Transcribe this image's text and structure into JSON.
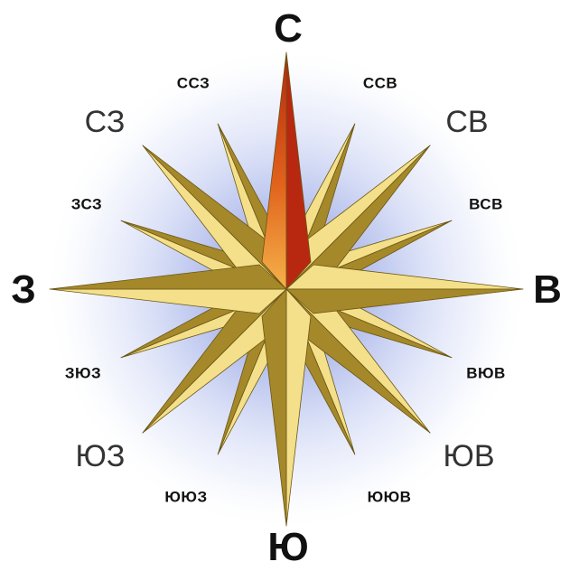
{
  "colors": {
    "glow_center": "#6f7fd6",
    "glow_mid": "#b7c2ee",
    "gold_light": "#f4e08a",
    "gold_dark": "#a4882a",
    "gold_edge": "#6b5614",
    "north_light": "#f6a23a",
    "north_dark": "#b82810",
    "text": "#111111"
  },
  "labels": {
    "n": "С",
    "e": "В",
    "s": "Ю",
    "w": "З",
    "ne": "СВ",
    "se": "ЮВ",
    "sw": "ЮЗ",
    "nw": "СЗ",
    "nne": "ССВ",
    "ene": "ВСВ",
    "ese": "ВЮВ",
    "sse": "ЮЮВ",
    "ssw": "ЮЮЗ",
    "wsw": "ЗЮЗ",
    "wnw": "ЗСЗ",
    "nnw": "ССЗ"
  }
}
